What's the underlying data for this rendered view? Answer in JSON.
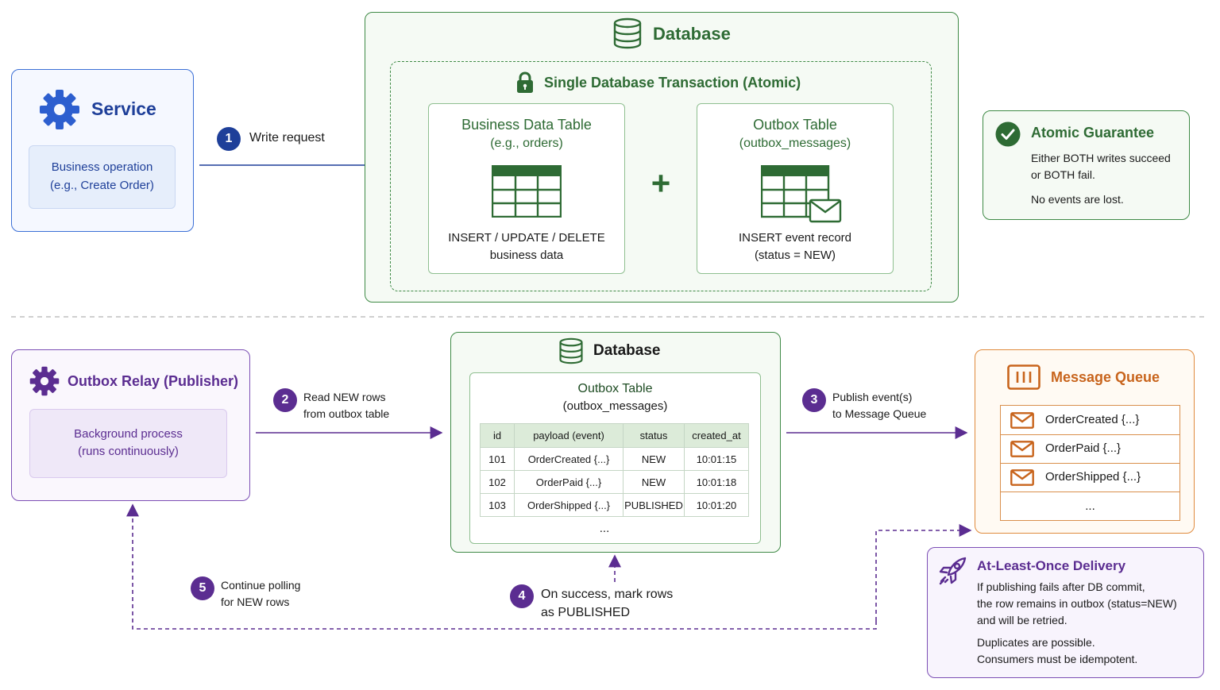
{
  "service": {
    "title": "Service",
    "inner_line1": "Business operation",
    "inner_line2": "(e.g., Create Order)"
  },
  "step1": {
    "number": "1",
    "label": "Write request"
  },
  "db_top": {
    "title": "Database",
    "transaction_label": "Single Database Transaction (Atomic)",
    "business_table": {
      "title": "Business Data Table",
      "subtitle": "(e.g., orders)",
      "line1": "INSERT / UPDATE / DELETE",
      "line2": "business data"
    },
    "plus": "+",
    "outbox_table": {
      "title": "Outbox Table",
      "subtitle": "(outbox_messages)",
      "line1": "INSERT event record",
      "line2": "(status = NEW)"
    }
  },
  "guarantee": {
    "title": "Atomic Guarantee",
    "line1": "Either BOTH writes succeed",
    "line2": "or BOTH fail.",
    "line3": "No events are lost."
  },
  "relay": {
    "title": "Outbox Relay (Publisher)",
    "inner_line1": "Background process",
    "inner_line2": "(runs continuously)"
  },
  "step2": {
    "number": "2",
    "line1": "Read NEW rows",
    "line2": "from outbox table"
  },
  "db_bottom": {
    "title": "Database",
    "table_title": "Outbox Table",
    "table_subtitle": "(outbox_messages)",
    "columns": [
      "id",
      "payload (event)",
      "status",
      "created_at"
    ],
    "rows": [
      [
        "101",
        "OrderCreated {...}",
        "NEW",
        "10:01:15"
      ],
      [
        "102",
        "OrderPaid {...}",
        "NEW",
        "10:01:18"
      ],
      [
        "103",
        "OrderShipped {...}",
        "PUBLISHED",
        "10:01:20"
      ]
    ],
    "more": "..."
  },
  "step3": {
    "number": "3",
    "line1": "Publish event(s)",
    "line2": "to Message Queue"
  },
  "mq": {
    "title": "Message Queue",
    "items": [
      "OrderCreated {...}",
      "OrderPaid {...}",
      "OrderShipped {...}"
    ],
    "more": "..."
  },
  "step4": {
    "number": "4",
    "line1": "On success, mark rows",
    "line2": "as PUBLISHED"
  },
  "step5": {
    "number": "5",
    "line1": "Continue polling",
    "line2": "for NEW rows"
  },
  "alo": {
    "title": "At-Least-Once Delivery",
    "line1": "If publishing fails after DB commit,",
    "line2": "the row remains in outbox (status=NEW)",
    "line3": "and will be retried.",
    "line4": "Duplicates are possible.",
    "line5": "Consumers must be idempotent."
  },
  "colors": {
    "blue": "#1e3f99",
    "green": "#2e6b34",
    "purple": "#5b2d91",
    "orange": "#c8641c"
  }
}
